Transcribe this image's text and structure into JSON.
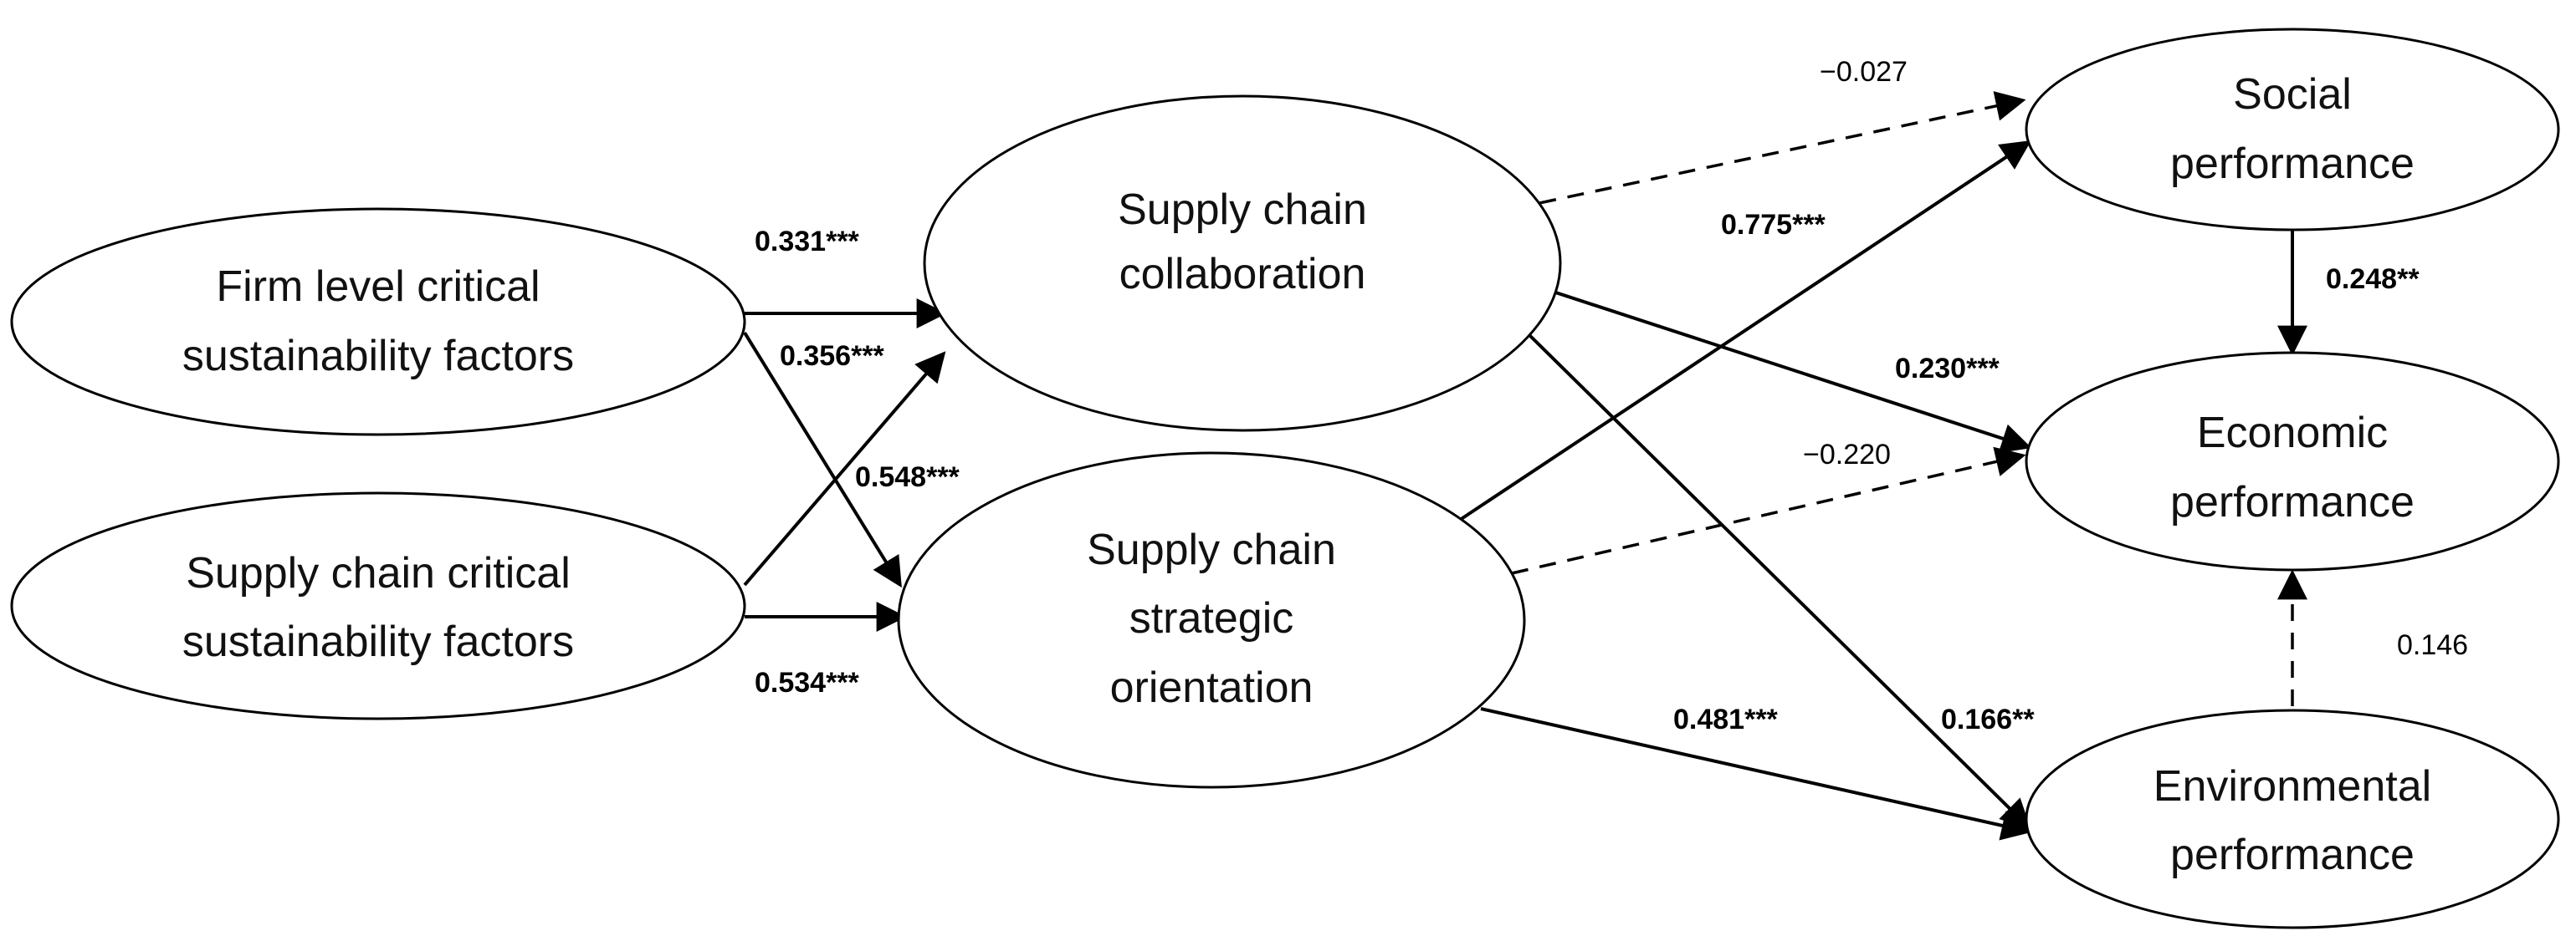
{
  "nodes": {
    "firm_csf": {
      "line1": "Firm level critical",
      "line2": "sustainability factors"
    },
    "sc_csf": {
      "line1": "Supply chain critical",
      "line2": "sustainability factors"
    },
    "sc_collab": {
      "line1": "Supply chain",
      "line2": "collaboration"
    },
    "sc_strategic": {
      "line1": "Supply chain",
      "line2": "strategic",
      "line3": "orientation"
    },
    "social": {
      "line1": "Social",
      "line2": "performance"
    },
    "economic": {
      "line1": "Economic",
      "line2": "performance"
    },
    "environmental": {
      "line1": "Environmental",
      "line2": "performance"
    }
  },
  "paths": [
    {
      "id": "firm_to_collab",
      "from": "Firm level critical sustainability factors",
      "to": "Supply chain collaboration",
      "coef": "0.331***",
      "significant": true
    },
    {
      "id": "sccsf_to_collab",
      "from": "Supply chain critical sustainability factors",
      "to": "Supply chain collaboration",
      "coef": "0.356***",
      "significant": true
    },
    {
      "id": "firm_to_strategic",
      "from": "Firm level critical sustainability factors",
      "to": "Supply chain strategic orientation",
      "coef": "0.548***",
      "significant": true
    },
    {
      "id": "sccsf_to_strategic",
      "from": "Supply chain critical sustainability factors",
      "to": "Supply chain strategic orientation",
      "coef": "0.534***",
      "significant": true
    },
    {
      "id": "collab_to_social",
      "from": "Supply chain collaboration",
      "to": "Social performance",
      "coef": "−0.027",
      "significant": false
    },
    {
      "id": "strategic_to_social",
      "from": "Supply chain strategic orientation",
      "to": "Social performance",
      "coef": "0.775***",
      "significant": true
    },
    {
      "id": "collab_to_economic",
      "from": "Supply chain collaboration",
      "to": "Economic performance",
      "coef": "0.230***",
      "significant": true
    },
    {
      "id": "strategic_to_economic",
      "from": "Supply chain strategic orientation",
      "to": "Economic performance",
      "coef": "−0.220",
      "significant": false
    },
    {
      "id": "collab_to_environmental",
      "from": "Supply chain collaboration",
      "to": "Environmental performance",
      "coef": "0.166**",
      "significant": true
    },
    {
      "id": "strategic_to_environmental",
      "from": "Supply chain strategic orientation",
      "to": "Environmental performance",
      "coef": "0.481***",
      "significant": true
    },
    {
      "id": "social_to_economic",
      "from": "Social performance",
      "to": "Economic performance",
      "coef": "0.248**",
      "significant": true
    },
    {
      "id": "environmental_to_economic",
      "from": "Environmental performance",
      "to": "Economic performance",
      "coef": "0.146",
      "significant": false
    }
  ]
}
